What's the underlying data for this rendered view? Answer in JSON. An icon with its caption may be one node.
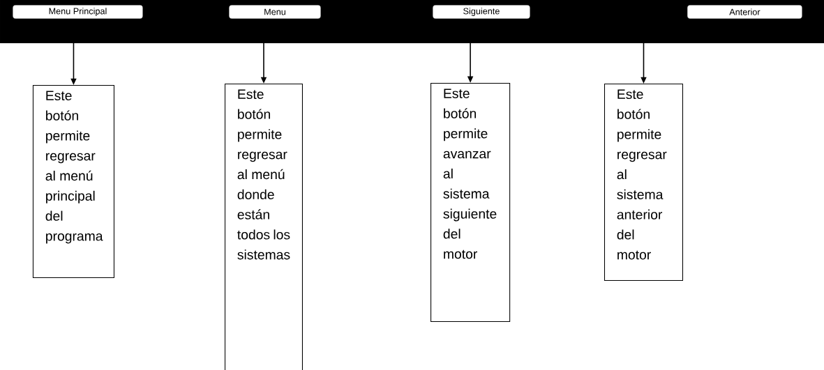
{
  "diagram": {
    "nodes": [
      {
        "text": [
          "Menu Principal"
        ]
      },
      {
        "text": [
          "Menu"
        ]
      },
      {
        "text": [
          "Siguiente"
        ]
      },
      {
        "text": [
          "Anterior"
        ]
      },
      {
        "text": [
          "Este botón permite regresar al menú principal del programa"
        ]
      },
      {
        "text": [
          "Este botón permite regresar al menú donde están todos los sistemas"
        ]
      },
      {
        "text": [
          "Este botón permite avanzar al sistema siguiente del motor"
        ]
      },
      {
        "text": [
          "Este botón permite regresar al sistema anterior del motor"
        ]
      }
    ],
    "edges": [
      {
        "from": 0,
        "to": 4,
        "arrow": "to"
      },
      {
        "from": 1,
        "to": 5,
        "arrow": "to"
      },
      {
        "from": 2,
        "to": 6,
        "arrow": "to"
      },
      {
        "from": 3,
        "to": 7,
        "arrow": "to"
      }
    ]
  }
}
